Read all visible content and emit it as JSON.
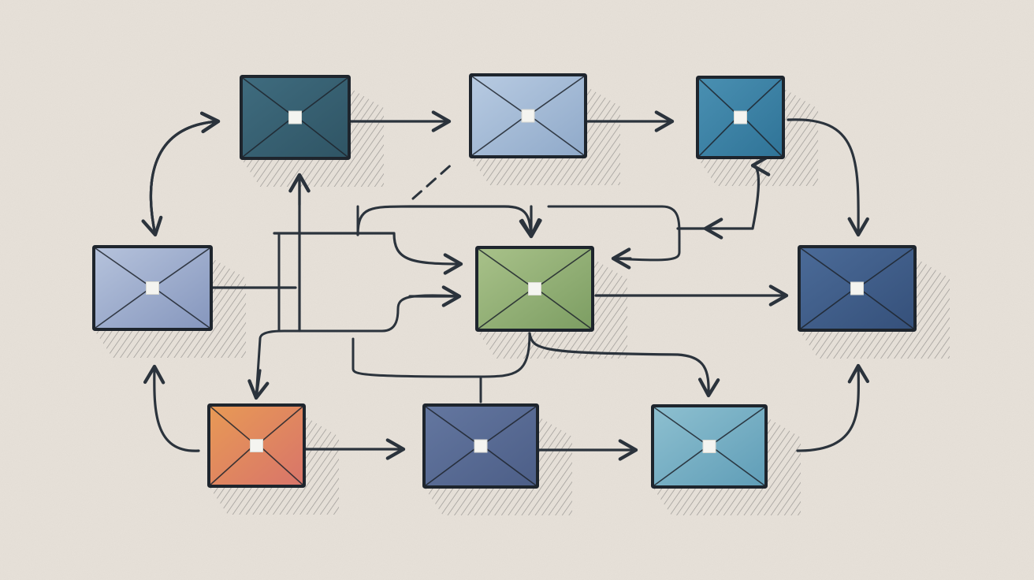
{
  "canvas": {
    "background": "#e7e1d9",
    "ink": "#2b333c"
  },
  "nodes": [
    {
      "id": "top-left",
      "fill_a": "#3f6c7f",
      "fill_b": "#2f5464"
    },
    {
      "id": "top-center",
      "fill_a": "#b8cbe2",
      "fill_b": "#8fa9c9"
    },
    {
      "id": "top-right",
      "fill_a": "#4a90b2",
      "fill_b": "#2f7397"
    },
    {
      "id": "mid-left",
      "fill_a": "#b6c3dc",
      "fill_b": "#8596bd"
    },
    {
      "id": "center",
      "fill_a": "#a9c28a",
      "fill_b": "#7c9d62"
    },
    {
      "id": "mid-right",
      "fill_a": "#4b6b98",
      "fill_b": "#35507a"
    },
    {
      "id": "bottom-left",
      "fill_a": "#e89a55",
      "fill_b": "#d8746a"
    },
    {
      "id": "bottom-center",
      "fill_a": "#6477a0",
      "fill_b": "#4c5e87"
    },
    {
      "id": "bottom-right",
      "fill_a": "#8ec0d0",
      "fill_b": "#5f9db7"
    }
  ],
  "edges": [
    {
      "from": "top-left",
      "to": "top-center"
    },
    {
      "from": "top-center",
      "to": "top-right"
    },
    {
      "from": "top-right",
      "to": "mid-right"
    },
    {
      "from": "mid-left",
      "to": "top-left"
    },
    {
      "from": "top-left",
      "to": "mid-left"
    },
    {
      "from": "bottom-left",
      "to": "mid-left"
    },
    {
      "from": "bottom-left",
      "to": "bottom-center"
    },
    {
      "from": "bottom-center",
      "to": "bottom-right"
    },
    {
      "from": "bottom-right",
      "to": "mid-right"
    },
    {
      "from": "center",
      "to": "mid-right"
    },
    {
      "from": "mid-left",
      "to": "center"
    },
    {
      "from": "mid-left",
      "to": "bottom-left"
    },
    {
      "from": "center",
      "to": "bottom-right"
    },
    {
      "from": "center",
      "to": "top-right"
    },
    {
      "from": "mid-left",
      "to": "top-left"
    }
  ]
}
